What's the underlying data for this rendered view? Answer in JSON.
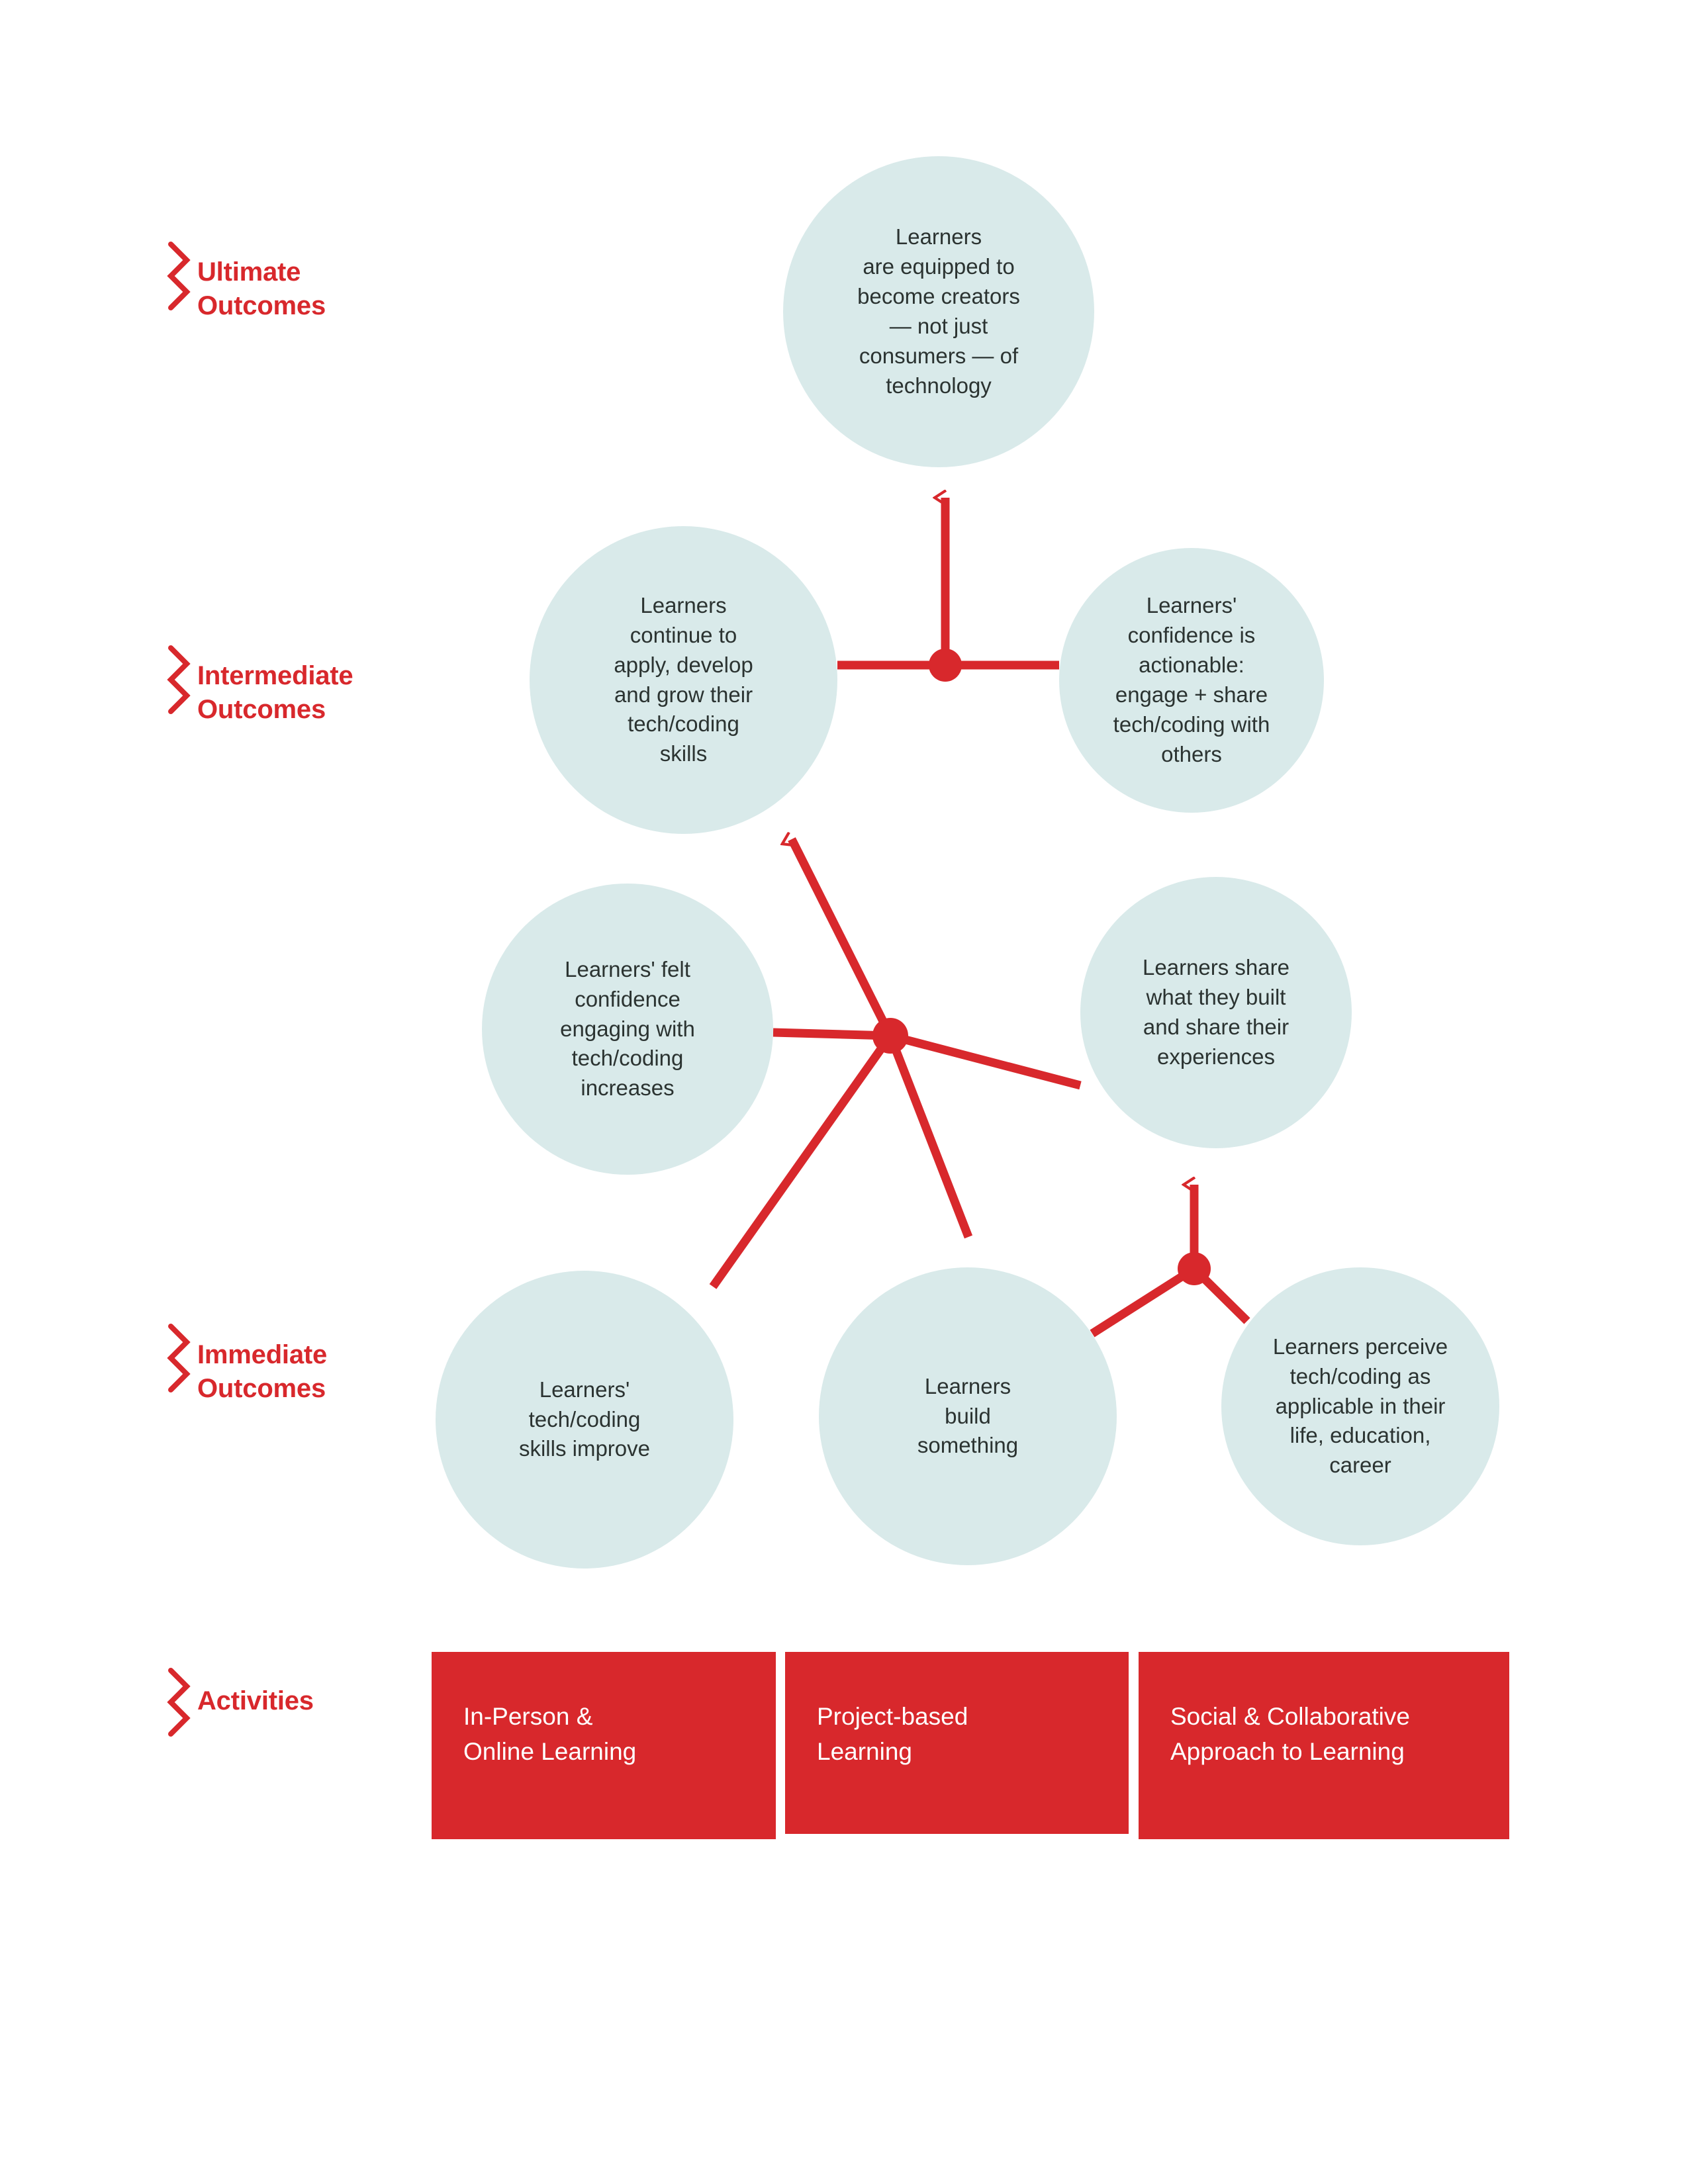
{
  "colors": {
    "accent_red": "#D8282C",
    "bubble_fill": "#D9EAEA",
    "bubble_text": "#2B3331",
    "page_background": "#FFFFFF",
    "activity_text": "#FFFFFF"
  },
  "row_labels": [
    {
      "id": "ultimate",
      "text": "Ultimate\nOutcomes"
    },
    {
      "id": "intermediate",
      "text": "Intermediate\nOutcomes"
    },
    {
      "id": "immediate",
      "text": "Immediate\nOutcomes"
    },
    {
      "id": "activities",
      "text": "Activities"
    }
  ],
  "nodes": {
    "ultimate": [
      {
        "id": "equipped-creators",
        "text": "Learners\nare equipped to\nbecome creators\n— not just\nconsumers — of\ntechnology"
      }
    ],
    "intermediate": [
      {
        "id": "continue-apply",
        "text": "Learners\ncontinue to\napply, develop\nand grow their\ntech/coding\nskills"
      },
      {
        "id": "confidence-actionable",
        "text": "Learners'\nconfidence is\nactionable:\nengage + share\ntech/coding with\nothers"
      }
    ],
    "middle": [
      {
        "id": "felt-confidence",
        "text": "Learners' felt\nconfidence\nengaging with\ntech/coding\nincreases"
      },
      {
        "id": "share-built",
        "text": "Learners share\nwhat they built\nand share their\nexperiences"
      }
    ],
    "immediate": [
      {
        "id": "skills-improve",
        "text": "Learners'\ntech/coding\nskills improve"
      },
      {
        "id": "build-something",
        "text": "Learners\nbuild\nsomething"
      },
      {
        "id": "perceive-applicable",
        "text": "Learners perceive\ntech/coding as\napplicable in their\nlife, education,\ncareer"
      }
    ]
  },
  "activities": [
    {
      "id": "in-person-online",
      "text": "In-Person &\nOnline Learning"
    },
    {
      "id": "project-based",
      "text": "Project-based\nLearning"
    },
    {
      "id": "social-collab",
      "text": "Social & Collaborative\nApproach to Learning"
    }
  ]
}
